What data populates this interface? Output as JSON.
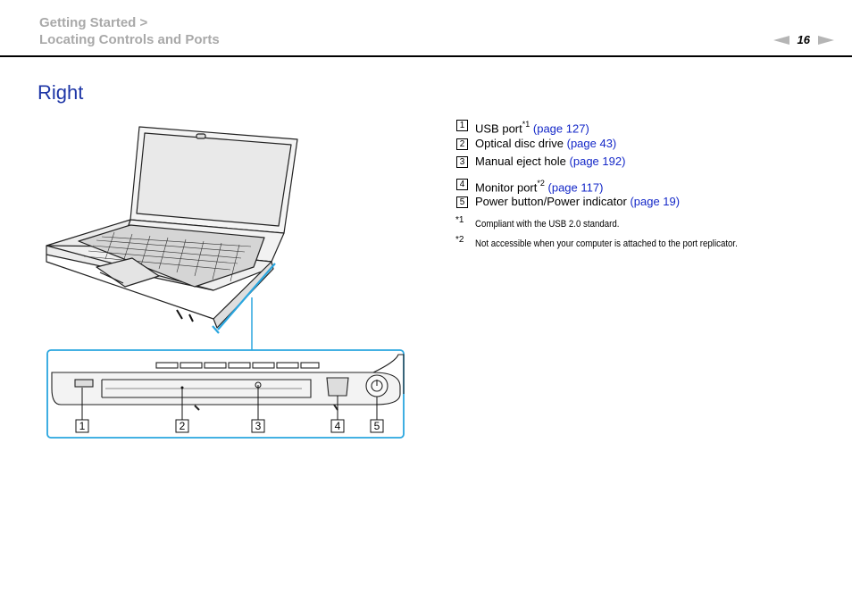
{
  "header": {
    "breadcrumb_line1": "Getting Started >",
    "breadcrumb_line2": "Locating Controls and Ports",
    "page_number": "16"
  },
  "section": {
    "title": "Right"
  },
  "items": [
    {
      "num": "1",
      "text": "USB port",
      "sup": "*1",
      "link": "(page 127)"
    },
    {
      "num": "2",
      "text": "Optical disc drive",
      "sup": "",
      "link": "(page 43)"
    },
    {
      "num": "3",
      "text": "Manual eject hole",
      "sup": "",
      "link": "(page 192)"
    },
    {
      "num": "4",
      "text": "Monitor port",
      "sup": "*2",
      "link": "(page 117)"
    },
    {
      "num": "5",
      "text": "Power button/Power indicator",
      "sup": "",
      "link": "(page 19)"
    }
  ],
  "footnotes": [
    {
      "mark": "*1",
      "text": "Compliant with the USB 2.0 standard."
    },
    {
      "mark": "*2",
      "text": "Not accessible when your computer is attached to the port replicator."
    }
  ],
  "illustration": {
    "callouts": [
      "1",
      "2",
      "3",
      "4",
      "5"
    ],
    "highlight_color": "#2aa6df"
  }
}
